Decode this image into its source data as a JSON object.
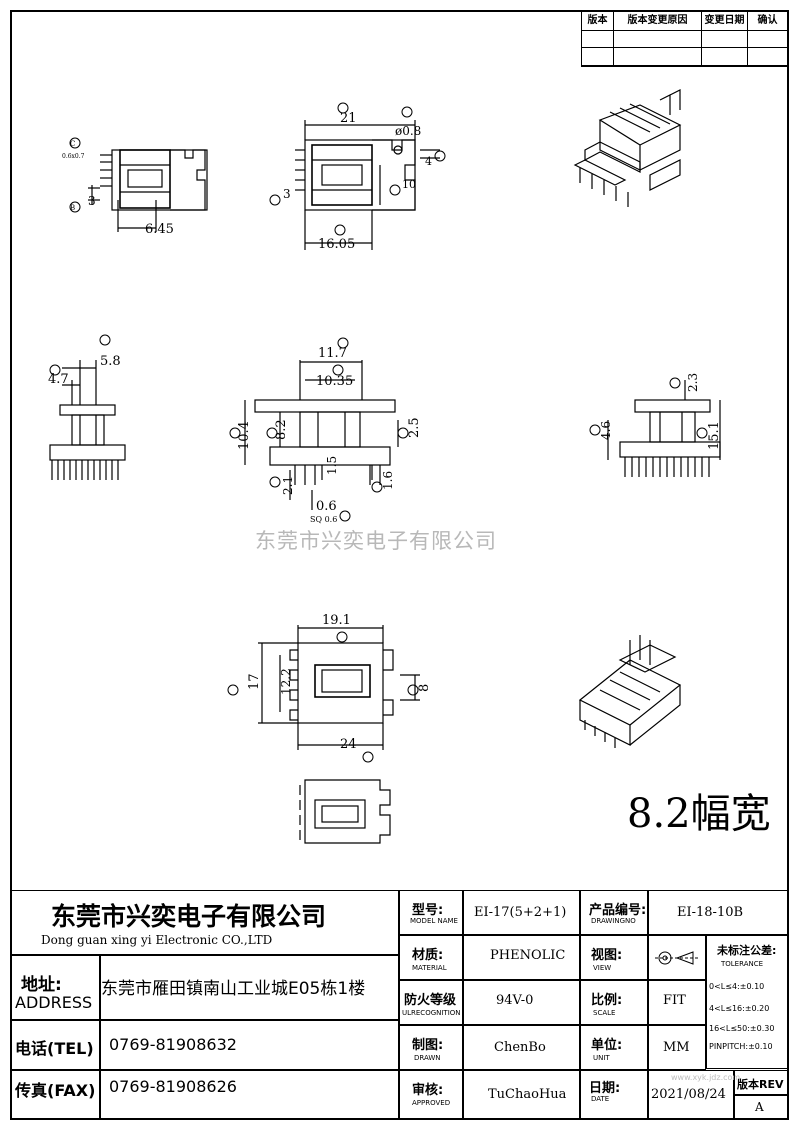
{
  "revision_table": {
    "headers": [
      "版本",
      "版本变更原因",
      "变更日期",
      "确认"
    ]
  },
  "drawing": {
    "top_front": {
      "dim_c": "C",
      "dim_c_label": "0.6x0.7",
      "dim_3": "3",
      "dim_645": "6.45",
      "dim_b": "B"
    },
    "top_side": {
      "dim_21": "21",
      "dim_08": "ø0.8",
      "dim_4": "4",
      "dim_10": "10",
      "dim_3": "3",
      "dim_1605": "16.05",
      "labels": [
        "I",
        "R",
        "H",
        "E",
        "G",
        "D"
      ]
    },
    "mid_left": {
      "dim_58": "5.8",
      "dim_47": "4.7",
      "labels": [
        "J",
        "K"
      ]
    },
    "mid_center": {
      "dim_117": "11.7",
      "dim_1035": "10.35",
      "dim_104": "10.4",
      "dim_82": "8.2",
      "dim_25": "2.5",
      "dim_15": "1.5",
      "dim_21": "2.1",
      "dim_06": "0.6",
      "dim_16": "1.6",
      "sq": "SQ 0.6",
      "labels": [
        "L",
        "N",
        "O",
        "M",
        "Q",
        "P",
        "F",
        "S"
      ]
    },
    "mid_right": {
      "dim_23": "2.3",
      "dim_46": "4.6",
      "dim_151": "15.1",
      "labels": [
        "U",
        "T",
        "V"
      ]
    },
    "bottom_plan": {
      "dim_191": "19.1",
      "dim_17": "17",
      "dim_122": "12.2",
      "dim_8": "8",
      "dim_24": "24",
      "labels": [
        "A",
        "X",
        "Y",
        "Z",
        "W"
      ]
    }
  },
  "width_note": "8.2幅宽",
  "watermark": "东莞市兴奕电子有限公司",
  "company": {
    "name_cn": "东莞市兴奕电子有限公司",
    "name_en": "Dong guan xing yi Electronic CO.,LTD",
    "address_label_cn": "地址:",
    "address_label_en": "ADDRESS",
    "address": "东莞市雁田镇南山工业城E05栋1楼",
    "tel_label": "电话(TEL)",
    "tel": "0769-81908632",
    "fax_label": "传真(FAX)",
    "fax": "0769-81908626"
  },
  "title_block": {
    "model_label": "型号:",
    "model_label_en": "MODEL NAME",
    "model": "EI-17(5+2+1)",
    "drawing_no_label": "产品编号:",
    "drawing_no_label_en": "DRAWINGNO",
    "drawing_no": "EI-18-10B",
    "material_label": "材质:",
    "material_label_en": "MATERIAL",
    "material": "PHENOLIC",
    "view_label": "视图:",
    "view_label_en": "VIEW",
    "tolerance_label": "未标注公差:",
    "tolerance_label_en": "TOLERANCE",
    "tolerances": [
      "0<L≤4:±0.10",
      "4<L≤16:±0.20",
      "16<L≤50:±0.30",
      "PINPITCH:±0.10"
    ],
    "fire_label": "防火等级",
    "fire_label_en": "ULRECOGNITION",
    "fire": "94V-0",
    "scale_label": "比例:",
    "scale_label_en": "SCALE",
    "scale": "FIT",
    "drawn_label": "制图:",
    "drawn_label_en": "DRAWN",
    "drawn": "ChenBo",
    "unit_label": "单位:",
    "unit_label_en": "UNIT",
    "unit": "MM",
    "approved_label": "审核:",
    "approved_label_en": "APPROVED",
    "approved": "TuChaoHua",
    "date_label": "日期:",
    "date_label_en": "DATE",
    "date": "2021/08/24",
    "rev_label": "版本REV",
    "rev": "A",
    "site": "www.xyk.jdz.com"
  }
}
